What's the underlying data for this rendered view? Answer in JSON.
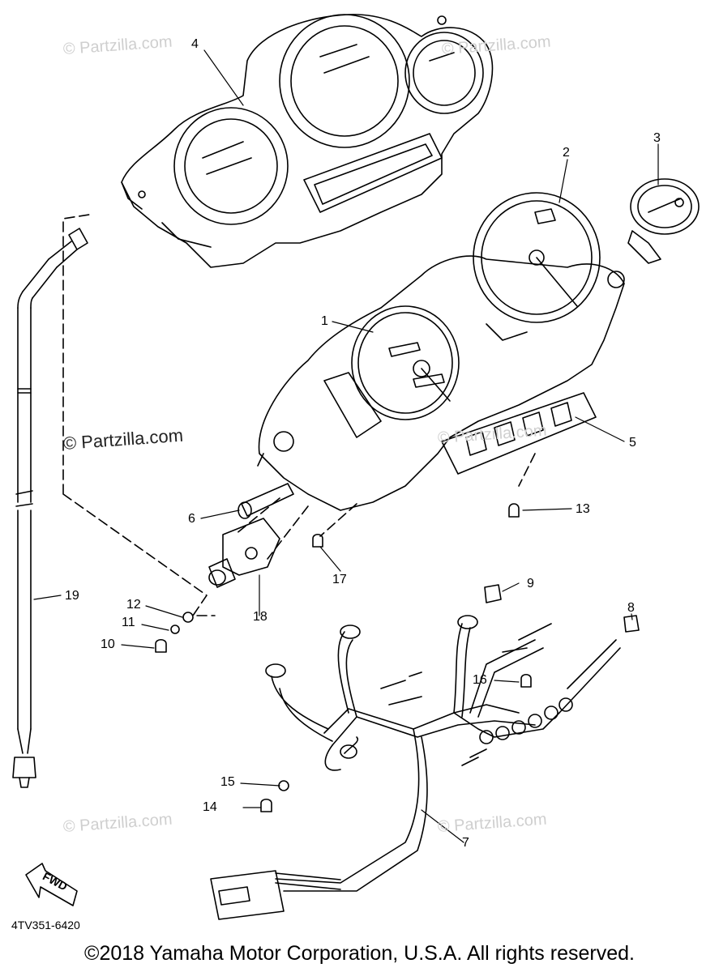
{
  "diagram": {
    "callouts": {
      "c1": "1",
      "c2": "2",
      "c3": "3",
      "c4": "4",
      "c5": "5",
      "c6": "6",
      "c7": "7",
      "c8": "8",
      "c9": "9",
      "c10": "10",
      "c11": "11",
      "c12": "12",
      "c13": "13",
      "c14": "14",
      "c15": "15",
      "c16": "16",
      "c17": "17",
      "c18": "18",
      "c19": "19"
    },
    "fwd_label": "FWD",
    "diagram_code": "4TV351-6420",
    "copyright": "©2018 Yamaha Motor Corporation, U.S.A. All rights reserved.",
    "watermarks": {
      "light": "© Partzilla.com",
      "dark": "© Partzilla.com"
    }
  }
}
